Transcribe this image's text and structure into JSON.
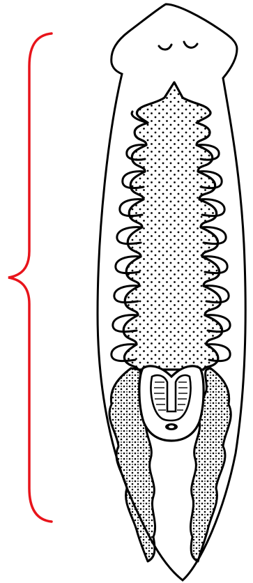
{
  "colors": {
    "bracket": "#e8141b",
    "outline": "#000000",
    "stipple": "#000000",
    "background": "#ffffff"
  },
  "parts": {
    "bracket": "curly-brace",
    "organism": "planarian",
    "eyes": "eyespots",
    "gut": "branched-intestine",
    "pharynx": "pharynx",
    "mouth": "mouth-opening"
  }
}
